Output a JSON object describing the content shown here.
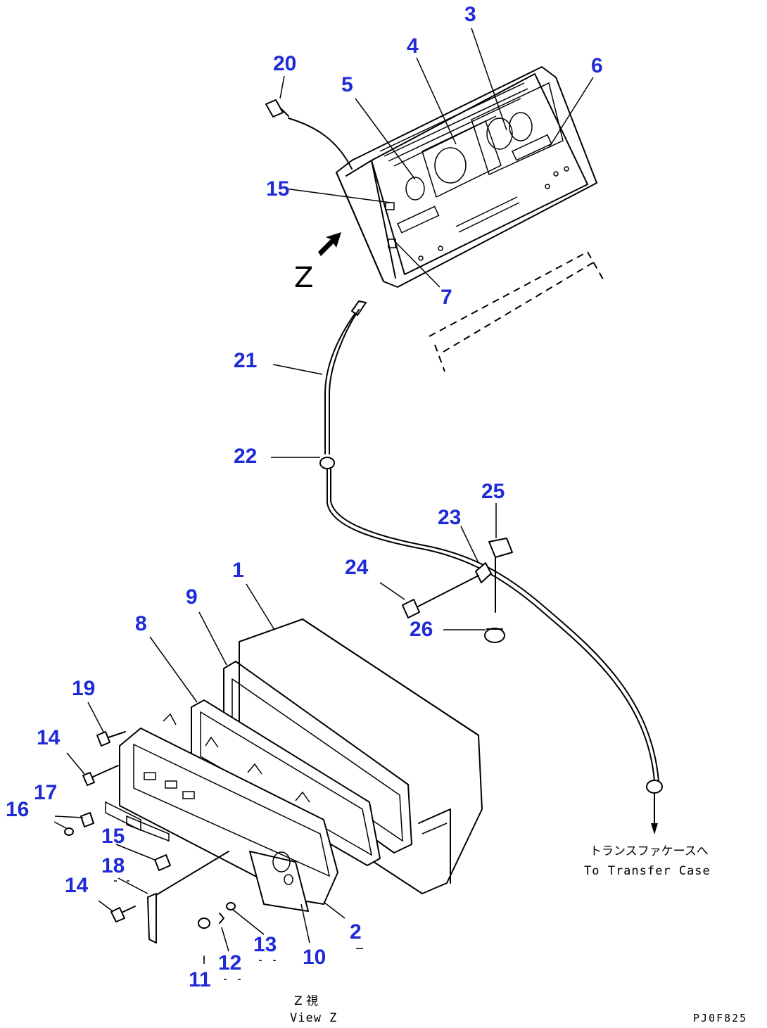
{
  "diagram": {
    "code": "PJ0F825",
    "direction_note": {
      "jp": "トランスファケースへ",
      "en": "To Transfer Case"
    },
    "view_label": {
      "jp": "Z 視",
      "en": "View Z"
    },
    "view_arrow_letter": "Z",
    "callouts": [
      {
        "id": "1",
        "text": "1"
      },
      {
        "id": "2",
        "text": "2"
      },
      {
        "id": "3",
        "text": "3"
      },
      {
        "id": "4",
        "text": "4"
      },
      {
        "id": "5",
        "text": "5"
      },
      {
        "id": "6",
        "text": "6"
      },
      {
        "id": "7",
        "text": "7"
      },
      {
        "id": "8",
        "text": "8"
      },
      {
        "id": "9",
        "text": "9"
      },
      {
        "id": "10",
        "text": "10"
      },
      {
        "id": "11",
        "text": "11"
      },
      {
        "id": "12",
        "text": "12"
      },
      {
        "id": "13",
        "text": "13"
      },
      {
        "id": "14a",
        "text": "14"
      },
      {
        "id": "14b",
        "text": "14"
      },
      {
        "id": "15",
        "text": "15"
      },
      {
        "id": "16",
        "text": "16"
      },
      {
        "id": "17",
        "text": "17"
      },
      {
        "id": "18",
        "text": "18"
      },
      {
        "id": "19",
        "text": "19"
      },
      {
        "id": "20",
        "text": "20"
      },
      {
        "id": "21",
        "text": "21"
      },
      {
        "id": "22",
        "text": "22"
      },
      {
        "id": "23",
        "text": "23"
      },
      {
        "id": "24",
        "text": "24"
      },
      {
        "id": "25",
        "text": "25"
      },
      {
        "id": "26",
        "text": "26"
      },
      {
        "id": "27",
        "text": "27"
      }
    ],
    "colors": {
      "callout": "#1e2bd6",
      "line": "#000000",
      "background": "#ffffff"
    }
  }
}
